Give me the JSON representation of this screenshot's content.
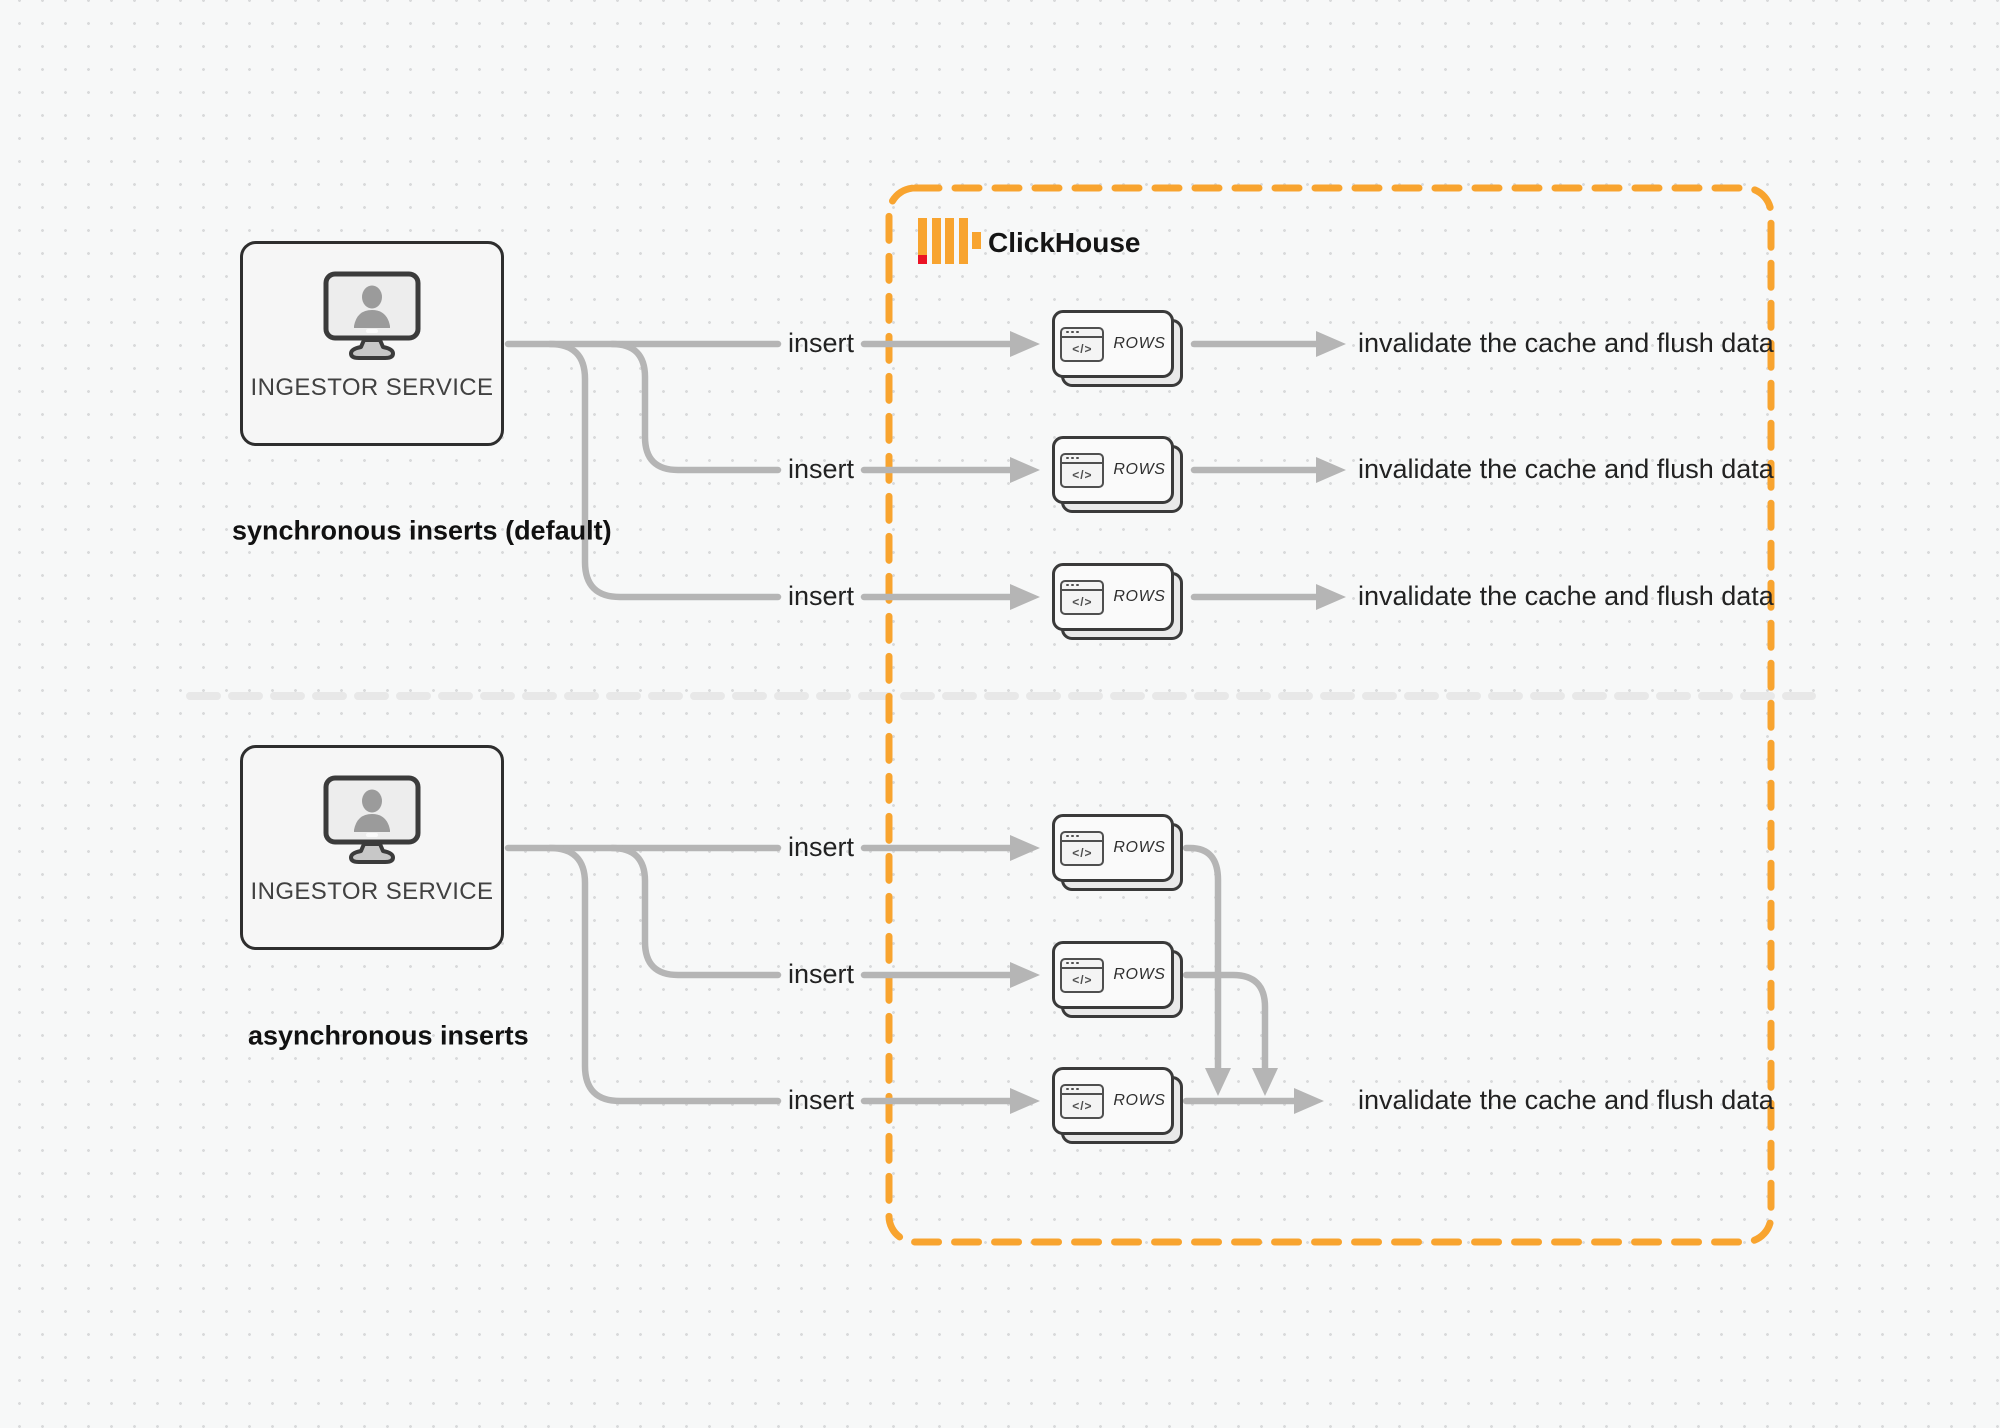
{
  "colors": {
    "accent_orange": "#F8A42F",
    "logo_red": "#EB1325",
    "connector_gray": "#B5B5B5",
    "divider_gray": "#E8E8E8",
    "text_dark": "#1F1F1F",
    "card_border": "#3A3A3A"
  },
  "clickhouse": {
    "title": "ClickHouse"
  },
  "rows_card": {
    "label": "ROWS",
    "code_glyph": "</>"
  },
  "labels": {
    "insert": "insert",
    "invalidate": "invalidate the cache and flush data"
  },
  "sync": {
    "section_label": "synchronous inserts (default)",
    "ingestor_label": "INGESTOR SERVICE"
  },
  "async": {
    "section_label": "asynchronous inserts",
    "ingestor_label": "INGESTOR SERVICE"
  }
}
